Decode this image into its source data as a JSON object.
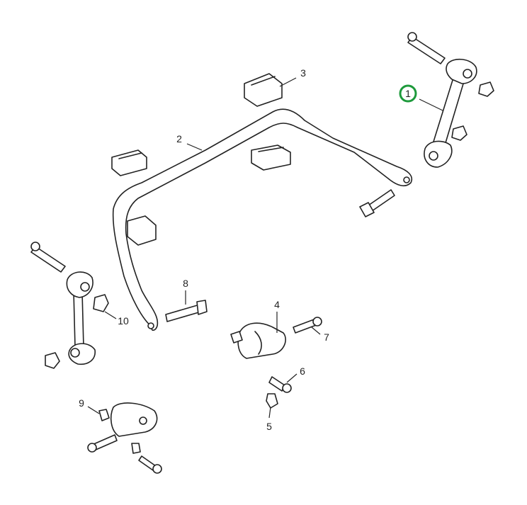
{
  "diagram": {
    "highlight_color": "#1e9a3c",
    "callouts": [
      {
        "id": "1",
        "label": "1",
        "highlighted": true
      },
      {
        "id": "2",
        "label": "2"
      },
      {
        "id": "3",
        "label": "3"
      },
      {
        "id": "4",
        "label": "4"
      },
      {
        "id": "5",
        "label": "5"
      },
      {
        "id": "6",
        "label": "6"
      },
      {
        "id": "7",
        "label": "7"
      },
      {
        "id": "8",
        "label": "8"
      },
      {
        "id": "9",
        "label": "9"
      },
      {
        "id": "10",
        "label": "10"
      }
    ]
  }
}
